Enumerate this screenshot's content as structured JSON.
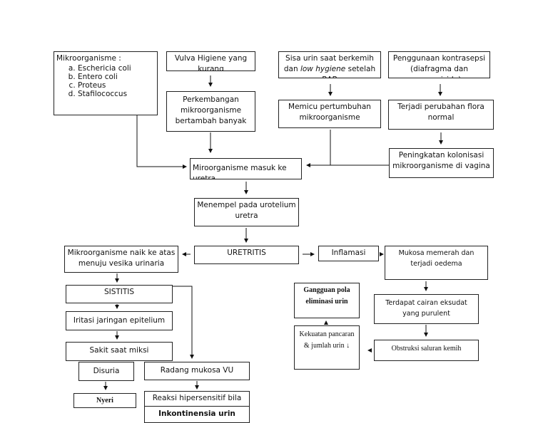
{
  "boxes": {
    "mikroorganisme_title": "Mikroorganisme :",
    "mikroorganisme_list": [
      "Eschericia coli",
      "Entero coli",
      "Proteus",
      "Stafilococcus"
    ],
    "vulva": "Vulva Higiene yang kurang",
    "perkembangan": "Perkembangan mikroorganisme bertambah banyak",
    "sisa_a": "Sisa urin saat berkemih dan ",
    "sisa_i": "low hygiene",
    "sisa_b": " setelah BAB",
    "penggunaan": "Penggunaan kontrasepsi (diafragma dan spermisida)",
    "memicu": "Memicu pertumbuhan mikroorganisme",
    "terjadi": "Terjadi perubahan flora normal",
    "peningkatan": "Peningkatan kolonisasi mikroorganisme di vagina",
    "masuk": "Miroorganisme masuk ke uretra",
    "menempel": "Menempel pada urotelium uretra",
    "uretritis": "URETRITIS",
    "naik": "Mikroorganisme naik ke atas menuju vesika urinaria",
    "inflamasi": "Inflamasi",
    "mukosa": "Mukosa memerah dan terjadi oedema",
    "sistitis": "SISTITIS",
    "iritasi": "Iritasi jaringan epitelium",
    "sakit": "Sakit saat miksi",
    "disuria": "Disuria",
    "radang": "Radang mukosa VU",
    "nyeri": "Nyeri",
    "reaksi": "Reaksi hipersensitif bila",
    "inkontinensia": "Inkontinensia urin",
    "gangguan": "Gangguan pola eliminasi urin",
    "kekuatan": "Kekuatan pancaran & jumlah urin ↓",
    "terdapat": "Terdapat cairan eksudat yang purulent",
    "obstruksi": "Obstruksi saluran kemih"
  }
}
